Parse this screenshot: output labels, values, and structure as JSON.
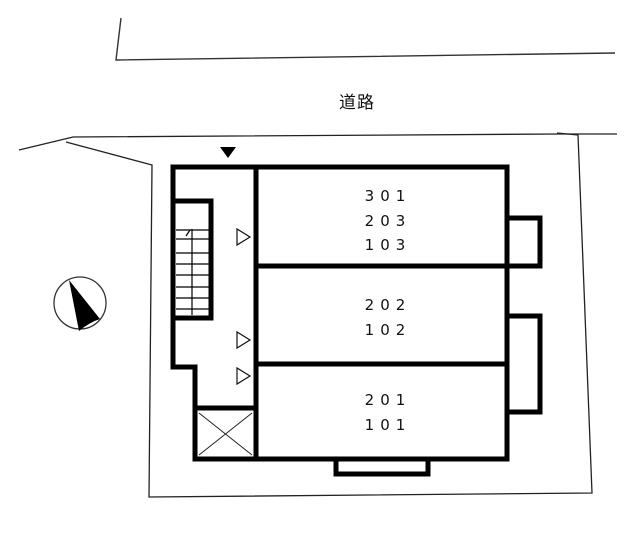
{
  "road": {
    "label": "道路"
  },
  "entrance_marker": {
    "icon": "entrance-triangle-icon"
  },
  "compass": {
    "icon": "north-arrow-icon"
  },
  "units": [
    {
      "id": "unit-block-top",
      "rooms": [
        "301",
        "203",
        "103"
      ]
    },
    {
      "id": "unit-block-middle",
      "rooms": [
        "202",
        "102"
      ]
    },
    {
      "id": "unit-block-bottom",
      "rooms": [
        "201",
        "101"
      ]
    }
  ],
  "icons": {
    "stairs": "stairs-icon",
    "door_markers": [
      "door-marker-icon",
      "door-marker-icon",
      "door-marker-icon"
    ],
    "elevator_void": "void-cross-icon"
  },
  "colors": {
    "wall": "#000000",
    "boundary": "#333333",
    "background": "#ffffff"
  }
}
